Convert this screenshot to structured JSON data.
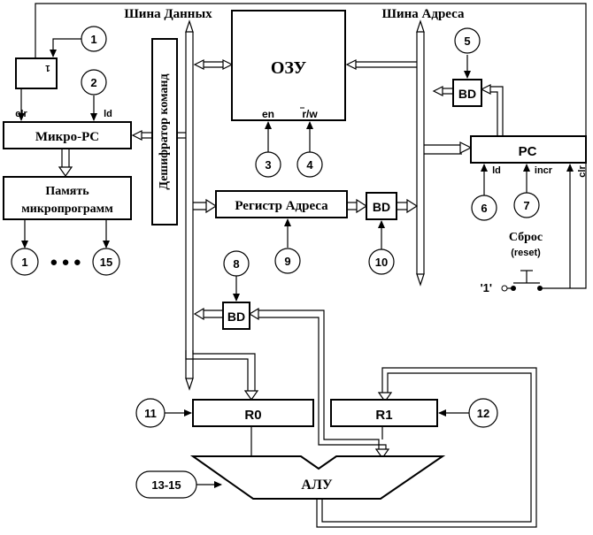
{
  "labels": {
    "data_bus": "Шина Данных",
    "address_bus": "Шина Адреса",
    "ram": "ОЗУ",
    "ram_en": "en",
    "ram_rw": "r/w",
    "micro_pc": "Микро-PC",
    "micro_pc_clr": "clr",
    "micro_pc_ld": "ld",
    "microprogram_memory_line1": "Память",
    "microprogram_memory_line2": "микропрограмм",
    "command_decoder": "Дешифратор команд",
    "address_register": "Регистр Адреса",
    "bd": "BD",
    "pc": "PC",
    "pc_ld": "ld",
    "pc_incr": "incr",
    "pc_clr": "clr",
    "reset_title": "Сброс",
    "reset_sub": "(reset)",
    "logic_one": "'1'",
    "r0": "R0",
    "r1": "R1",
    "alu": "АЛУ",
    "trigger_mark": "1",
    "ellipsis": "● ● ●"
  },
  "signals": {
    "s1": "1",
    "s2": "2",
    "s3": "3",
    "s4": "4",
    "s5": "5",
    "s6": "6",
    "s7": "7",
    "s8": "8",
    "s9": "9",
    "s10": "10",
    "s11": "11",
    "s12": "12",
    "s13_15": "13-15",
    "out_first": "1",
    "out_last": "15"
  }
}
